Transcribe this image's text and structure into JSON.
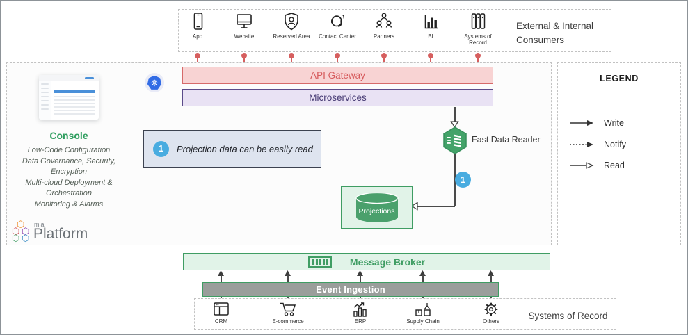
{
  "consumers": {
    "label": "External & Internal Consumers",
    "items": [
      {
        "label": "App"
      },
      {
        "label": "Website"
      },
      {
        "label": "Reserved Area"
      },
      {
        "label": "Contact Center"
      },
      {
        "label": "Partners"
      },
      {
        "label": "BI"
      },
      {
        "label": "Systems of Record"
      }
    ]
  },
  "platform": {
    "api_gateway_label": "API Gateway",
    "microservices_label": "Microservices",
    "console": {
      "title": "Console",
      "features": [
        "Low-Code Configuration",
        "Data Governance, Security,",
        "Encryption",
        "Multi-cloud Deployment &",
        "Orchestration",
        "Monitoring & Alarms"
      ]
    },
    "callout": {
      "badge": "1",
      "text": "Projection data can be easily read"
    },
    "fast_data_reader_label": "Fast Data Reader",
    "flow_badge": "1",
    "projections_label": "Projections",
    "logo": {
      "brand_small": "mia",
      "brand_large": "Platform"
    }
  },
  "legend": {
    "title": "LEGEND",
    "items": [
      {
        "label": "Write",
        "arrow": "solid-line-filled-head"
      },
      {
        "label": "Notify",
        "arrow": "dotted-line-filled-head"
      },
      {
        "label": "Read",
        "arrow": "solid-line-open-head"
      }
    ]
  },
  "pipeline": {
    "message_broker_label": "Message Broker",
    "event_ingestion_label": "Event Ingestion"
  },
  "systems_of_record": {
    "label": "Systems of Record",
    "items": [
      {
        "label": "CRM"
      },
      {
        "label": "E-commerce"
      },
      {
        "label": "ERP"
      },
      {
        "label": "Supply Chain"
      },
      {
        "label": "Others"
      }
    ]
  },
  "colors": {
    "red_accent": "#d65f5f",
    "api_fill": "#f8d3d3",
    "purple_border": "#5b4b8a",
    "micro_fill": "#e9e2f4",
    "green_accent": "#3f9d63",
    "green_fill": "#e1f3e8",
    "cylinder_green": "#4aa06c",
    "gray_bar": "#9a9e9b",
    "blue_badge": "#49ace0",
    "callout_fill": "#dee4ef",
    "console_green": "#2f9e5f",
    "k8s_blue": "#326ce5"
  }
}
